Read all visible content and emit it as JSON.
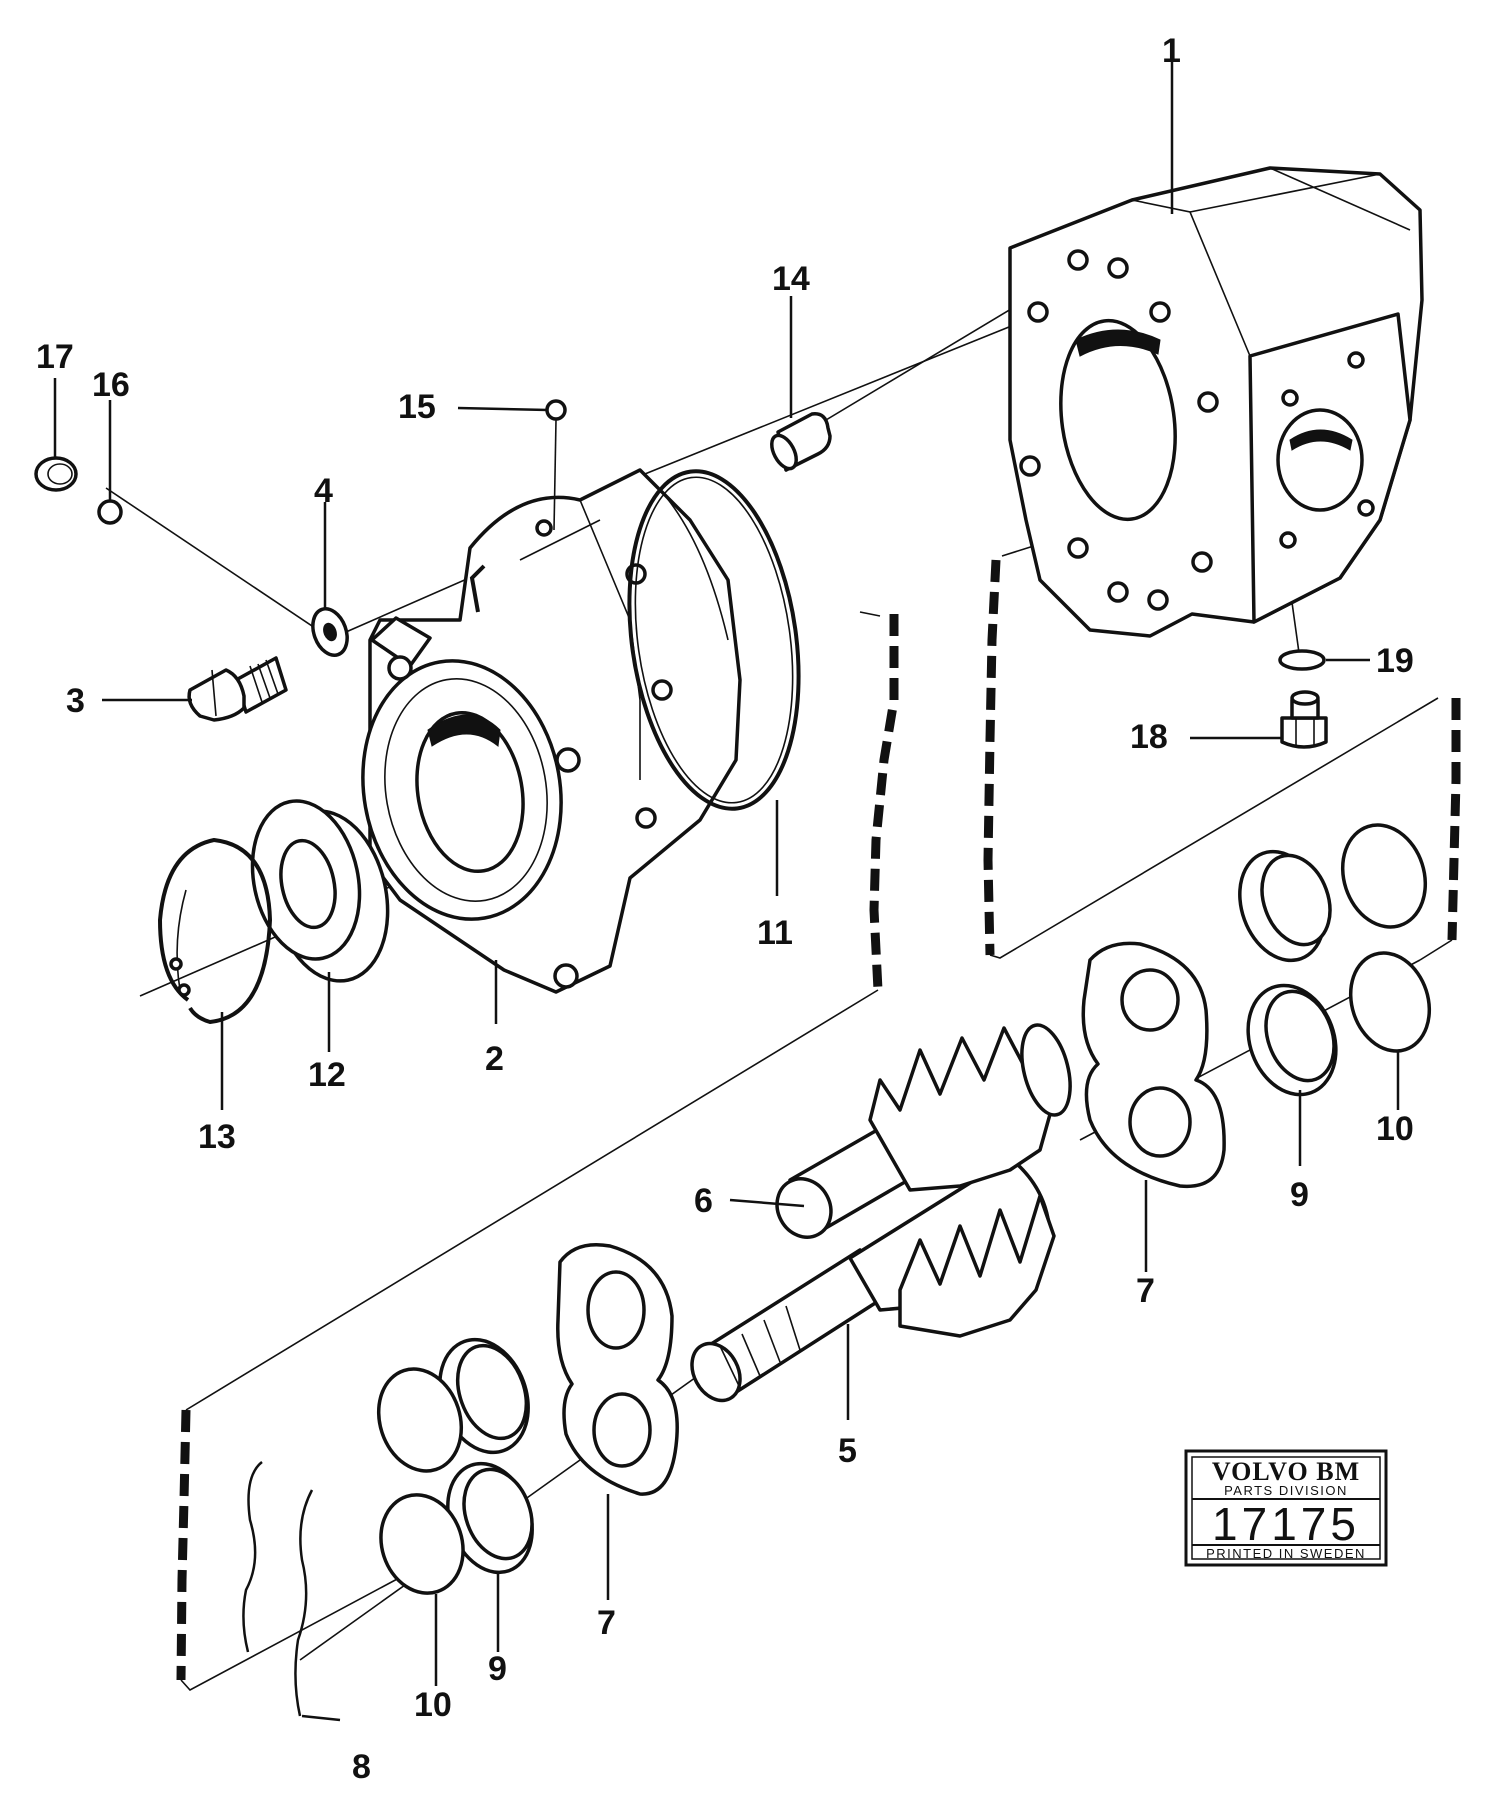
{
  "diagram": {
    "callouts": [
      {
        "id": "1",
        "text": "1"
      },
      {
        "id": "2",
        "text": "2"
      },
      {
        "id": "3",
        "text": "3"
      },
      {
        "id": "4",
        "text": "4"
      },
      {
        "id": "5",
        "text": "5"
      },
      {
        "id": "6",
        "text": "6"
      },
      {
        "id": "7a",
        "text": "7"
      },
      {
        "id": "7b",
        "text": "7"
      },
      {
        "id": "8",
        "text": "8"
      },
      {
        "id": "9a",
        "text": "9"
      },
      {
        "id": "9b",
        "text": "9"
      },
      {
        "id": "10a",
        "text": "10"
      },
      {
        "id": "10b",
        "text": "10"
      },
      {
        "id": "11",
        "text": "11"
      },
      {
        "id": "12",
        "text": "12"
      },
      {
        "id": "13",
        "text": "13"
      },
      {
        "id": "14",
        "text": "14"
      },
      {
        "id": "15",
        "text": "15"
      },
      {
        "id": "16",
        "text": "16"
      },
      {
        "id": "17",
        "text": "17"
      },
      {
        "id": "18",
        "text": "18"
      },
      {
        "id": "19",
        "text": "19"
      }
    ],
    "stamp": {
      "brand": "VOLVO BM",
      "division": "PARTS DIVISION",
      "number": "17175",
      "footer": "PRINTED IN SWEDEN"
    },
    "colors": {
      "ink": "#111111",
      "paper": "#ffffff"
    }
  }
}
